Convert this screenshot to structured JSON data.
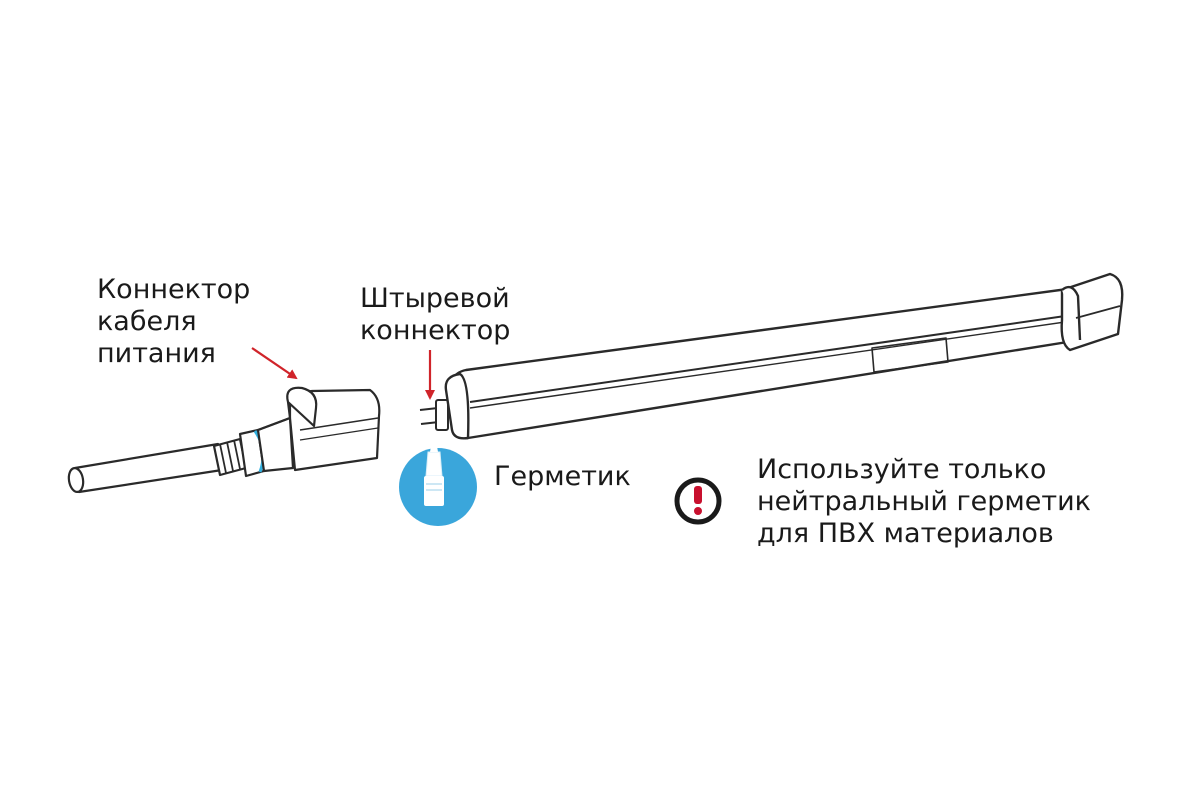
{
  "labels": {
    "power_connector": "Коннектор\nкабеля\nпитания",
    "pin_connector": "Штыревой\nконнектор",
    "sealant": "Герметик",
    "note": "Используйте только\nнейтральный герметик\nдля ПВХ материалов"
  },
  "icons": {
    "arrows": "red-arrow-icon",
    "sealant": "sealant-tube-icon",
    "warning": "warning-exclamation-icon"
  },
  "colors": {
    "arrow": "#d0242a",
    "sealant_circle": "#3aa6db",
    "warning_ring": "#1a1a1a",
    "warning_mark": "#c8102e",
    "connector_ring": "#32b1e0",
    "outline": "#2a2a2a"
  }
}
